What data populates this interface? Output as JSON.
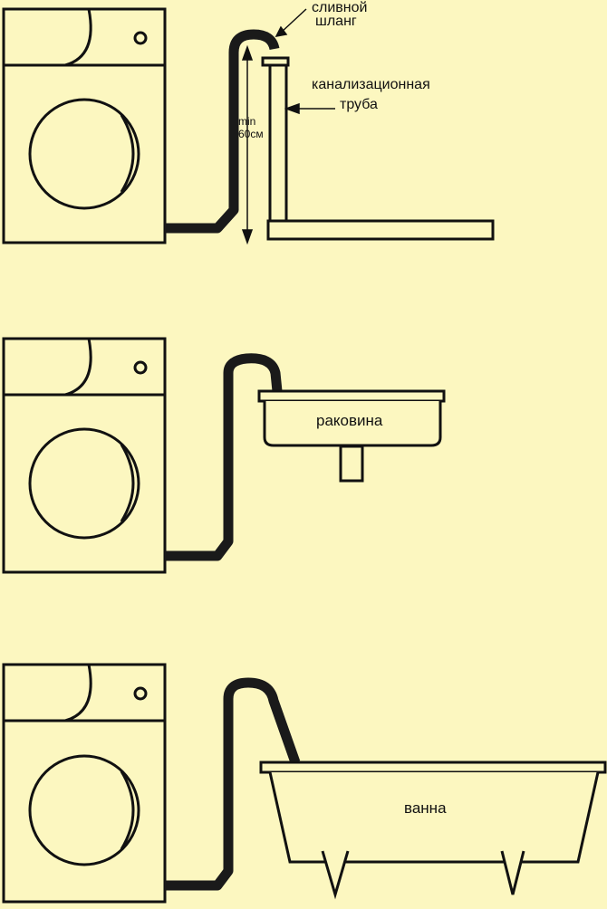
{
  "colors": {
    "background": "#fcf7c0",
    "outline": "#111111",
    "hose": "#1a1a1a"
  },
  "scene1": {
    "hose_label_line1": "сливной",
    "hose_label_line2": "шланг",
    "pipe_label_line1": "канализационная",
    "pipe_label_line2": "труба",
    "height_label_line1": "min",
    "height_label_line2": "60см"
  },
  "scene2": {
    "sink_label": "раковина"
  },
  "scene3": {
    "bathtub_label": "ванна"
  }
}
